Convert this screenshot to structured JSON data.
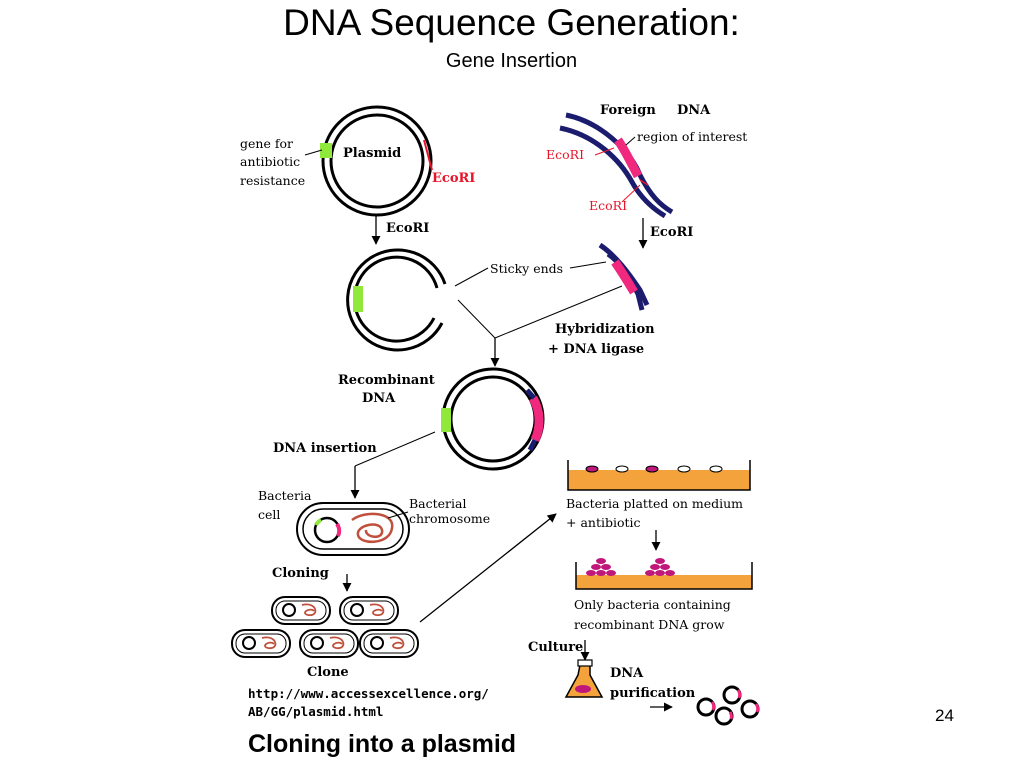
{
  "slide": {
    "title": "DNA Sequence Generation:",
    "subtitle": "Gene Insertion",
    "page_number": "24"
  },
  "figure": {
    "plasmid_label": "Plasmid",
    "gene_label_1": "gene for",
    "gene_label_2": "antibiotic",
    "gene_label_3": "resistance",
    "ecori_plasmid": "EcoRI",
    "ecori_arrow_left": "EcoRI",
    "foreign_dna_1": "Foreign",
    "foreign_dna_2": "DNA",
    "region_of_interest": "region of interest",
    "ecori_foreign_1": "EcoRI",
    "ecori_foreign_2": "EcoRI",
    "ecori_arrow_right": "EcoRI",
    "sticky_ends": "Sticky ends",
    "hybridization_1": "Hybridization",
    "hybridization_2": "+ DNA ligase",
    "recombinant_1": "Recombinant",
    "recombinant_2": "DNA",
    "dna_insertion": "DNA insertion",
    "bacteria_cell_1": "Bacteria",
    "bacteria_cell_2": "cell",
    "bacterial_chromosome_1": "Bacterial",
    "bacterial_chromosome_2": "chromosome",
    "cloning": "Cloning",
    "clone": "Clone",
    "platted_1": "Bacteria platted on medium",
    "platted_2": "+ antibiotic",
    "only_1": "Only bacteria containing",
    "only_2": "recombinant DNA grow",
    "culture": "Culture",
    "purification_1": "DNA",
    "purification_2": "purification",
    "url_1": "http://www.accessexcellence.org/",
    "url_2": "AB/GG/plasmid.html",
    "caption": "Cloning into a plasmid"
  },
  "colors": {
    "dna_strand": "#1c1c6e",
    "insert": "#f0287e",
    "resistance_gene": "#8fe83a",
    "medium": "#f4a23c",
    "ecori_red": "#e8142a",
    "colony": "#c0187a"
  }
}
